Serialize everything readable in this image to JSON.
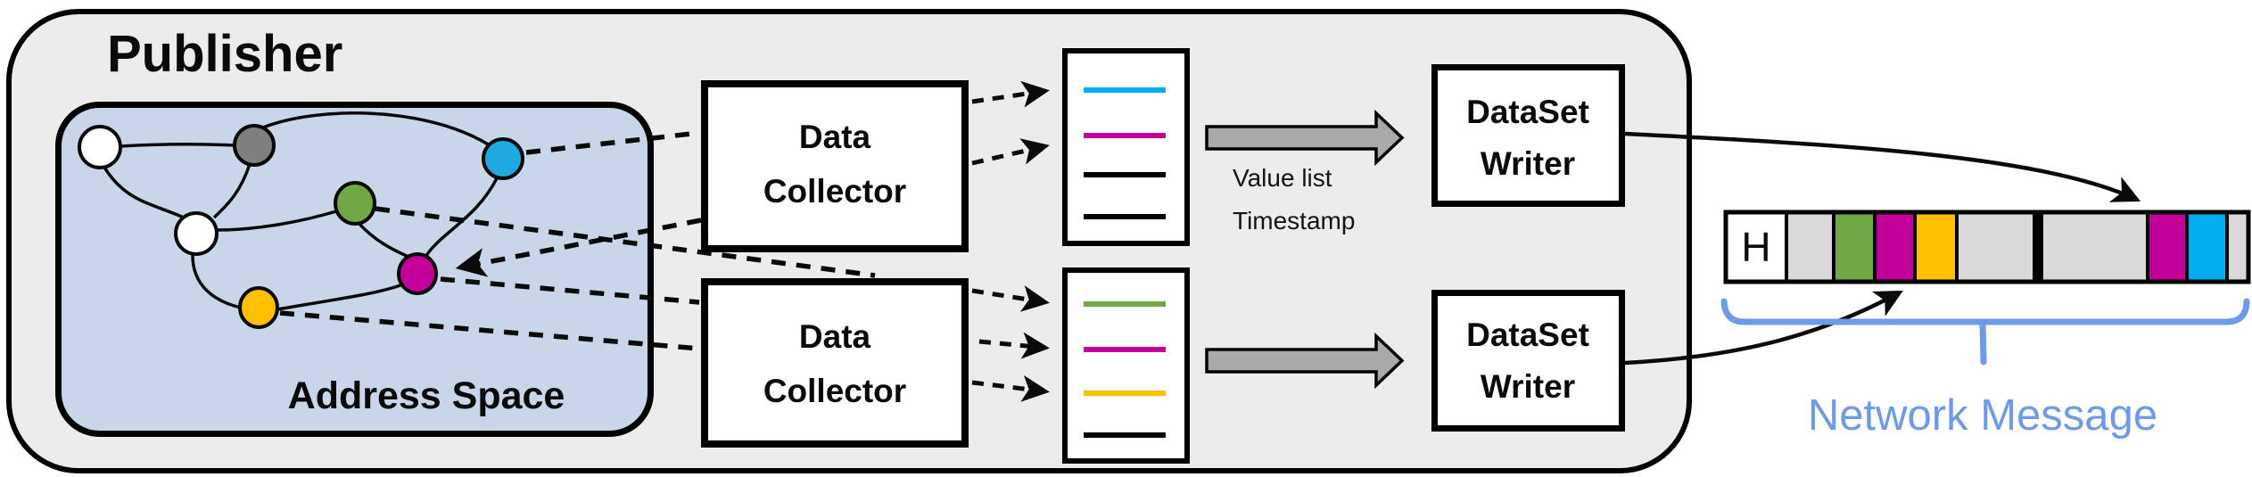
{
  "publisher": {
    "label": "Publisher"
  },
  "address_space": {
    "label": "Address Space",
    "nodes": [
      {
        "id": "node-white-1",
        "color": "#FFFFFF"
      },
      {
        "id": "node-gray",
        "color": "#7F7F7F"
      },
      {
        "id": "node-blue",
        "color": "#1FA9E2"
      },
      {
        "id": "node-green",
        "color": "#70A845"
      },
      {
        "id": "node-white-2",
        "color": "#FFFFFF"
      },
      {
        "id": "node-magenta",
        "color": "#C4009B"
      },
      {
        "id": "node-yellow",
        "color": "#FFC000"
      }
    ]
  },
  "data_collectors": [
    {
      "label_line1": "Data",
      "label_line2": "Collector"
    },
    {
      "label_line1": "Data",
      "label_line2": "Collector"
    }
  ],
  "value_lists": [
    {
      "line_colors": [
        "#00AEEF",
        "#C4009B",
        "#000000",
        "#000000"
      ]
    },
    {
      "line_colors": [
        "#70A845",
        "#C4009B",
        "#FFC000",
        "#000000"
      ]
    }
  ],
  "flow_label": {
    "line1": "Value list",
    "line2": "Timestamp"
  },
  "dataset_writers": [
    {
      "label_line1": "DataSet",
      "label_line2": "Writer"
    },
    {
      "label_line1": "DataSet",
      "label_line2": "Writer"
    }
  ],
  "network_message": {
    "header": "H",
    "label": "Network Message",
    "cells": [
      {
        "name": "header",
        "color": "#FFFFFF",
        "width": 68,
        "divider_after": false
      },
      {
        "name": "gray-1",
        "color": "#D9D9D9",
        "width": 53,
        "divider_after": false
      },
      {
        "name": "green",
        "color": "#70A845",
        "width": 46,
        "divider_after": false
      },
      {
        "name": "magenta-1",
        "color": "#C4009B",
        "width": 45,
        "divider_after": false
      },
      {
        "name": "yellow",
        "color": "#FFC000",
        "width": 47,
        "divider_after": false
      },
      {
        "name": "gray-2",
        "color": "#D9D9D9",
        "width": 87,
        "divider_after": true
      },
      {
        "name": "gray-3",
        "color": "#D9D9D9",
        "width": 119,
        "divider_after": false
      },
      {
        "name": "magenta-2",
        "color": "#C4009B",
        "width": 44,
        "divider_after": false
      },
      {
        "name": "cyan",
        "color": "#00AEEF",
        "width": 45,
        "divider_after": false
      },
      {
        "name": "gray-4",
        "color": "#D9D9D9",
        "width": 24,
        "divider_after": false
      }
    ]
  },
  "colors": {
    "publisher_bg": "#ECECEC",
    "address_space_bg": "#C9D5E8",
    "block_arrow": "#A9A9A9",
    "accent_blue": "#6D9BE8",
    "outline": "#000000"
  }
}
